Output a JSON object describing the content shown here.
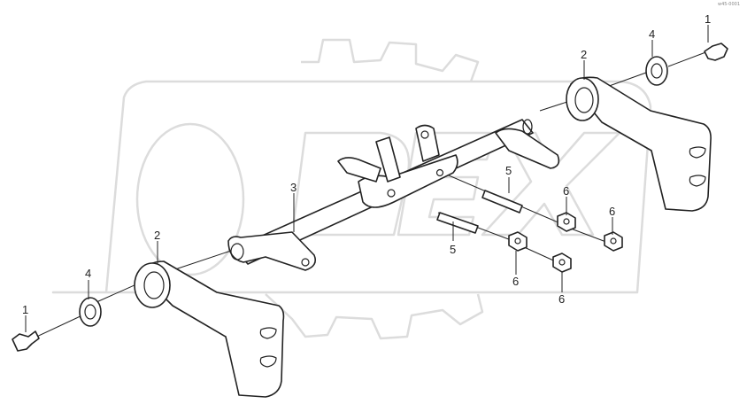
{
  "corner_code": "w45-0001",
  "labels": {
    "bolt_right": "1",
    "bolt_left": "1",
    "bracket_right": "2",
    "bracket_left": "2",
    "shaft": "3",
    "bearing_right": "4",
    "bearing_left": "4",
    "pin_upper": "5",
    "pin_lower": "5",
    "nut_a": "6",
    "nut_b": "6",
    "nut_c": "6",
    "nut_d": "6"
  }
}
